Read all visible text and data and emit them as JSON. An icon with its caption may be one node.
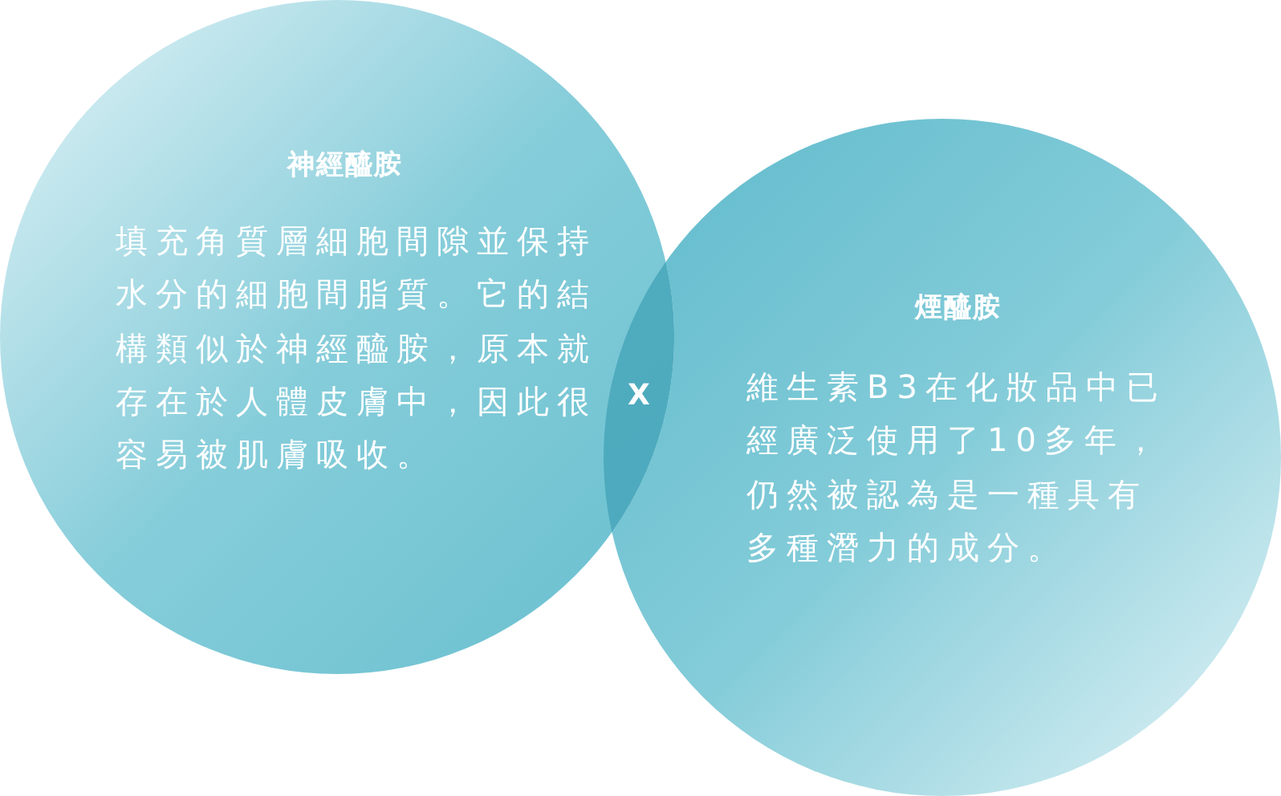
{
  "diagram": {
    "nodes": [
      {
        "text": [
          "神經醯胺",
          "填充角質層細胞間隙並保持水分的細胞間脂質。它的結構類似於神經醯胺，原本就存在於人體皮膚中，因此很容易被肌膚吸收。"
        ]
      },
      {
        "text": [
          "煙醯胺",
          "維生素B3在化妝品中已經廣泛使用了10多年，仍然被認為是一種具有多種潛力的成分。"
        ]
      }
    ],
    "labels": [
      "X"
    ]
  }
}
